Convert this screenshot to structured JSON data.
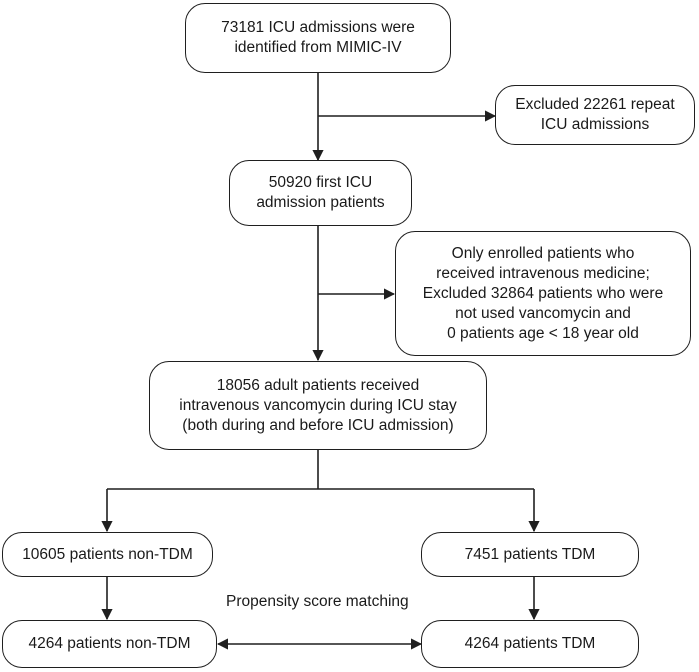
{
  "boxes": {
    "icu_admissions": "73181 ICU admissions were\nidentified from MIMIC-IV",
    "excluded_repeat": "Excluded 22261 repeat\nICU admissions",
    "first_icu": "50920 first ICU\nadmission patients",
    "excluded_criteria": "Only enrolled patients who\nreceived intravenous medicine;\nExcluded 32864 patients who were\nnot used vancomycin and\n0 patients age < 18 year old",
    "adult_vancomycin": "18056 adult patients received\nintravenous vancomycin  during ICU stay\n(both during and before ICU admission)",
    "non_tdm": "10605 patients non-TDM",
    "tdm": "7451 patients TDM",
    "matched_non_tdm": "4264 patients non-TDM",
    "matched_tdm": "4264 patients TDM"
  },
  "labels": {
    "psm": "Propensity score matching"
  },
  "colors": {
    "line": "#1f1f1f",
    "box_border": "#1f1f1f",
    "text": "#1a1a1a"
  }
}
